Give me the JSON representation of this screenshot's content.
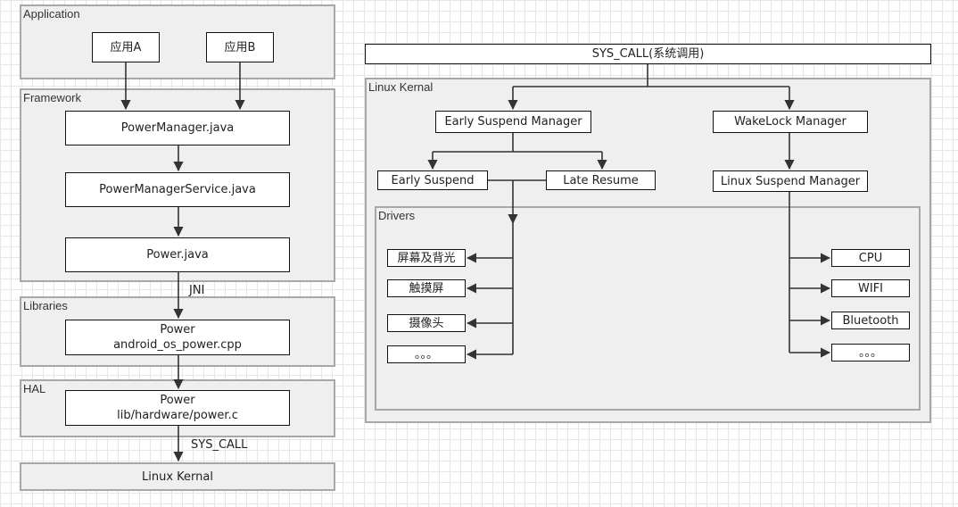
{
  "colors": {
    "layer_fill": "#efefef",
    "layer_border": "#a8a8a8",
    "box_fill": "#ffffff",
    "line": "#333333"
  },
  "left_stack": {
    "application": {
      "title": "Application",
      "app_a": "应用A",
      "app_b": "应用B"
    },
    "framework": {
      "title": "Framework",
      "power_manager": "PowerManager.java",
      "power_manager_service": "PowerManagerService.java",
      "power_java": "Power.java"
    },
    "jni_label": "JNI",
    "libraries": {
      "title": "Libraries",
      "line1": "Power",
      "line2": "android_os_power.cpp"
    },
    "hal": {
      "title": "HAL",
      "line1": "Power",
      "line2": "lib/hardware/power.c"
    },
    "sys_call_label": "SYS_CALL",
    "linux_kernel": "Linux Kernal"
  },
  "right": {
    "sys_call_bar": "SYS_CALL(系统调用)",
    "kernel": {
      "title": "Linux Kernal",
      "early_suspend_manager": "Early Suspend Manager",
      "wakelock_manager": "WakeLock Manager",
      "early_suspend": "Early Suspend",
      "late_resume": "Late Resume",
      "linux_suspend_manager": "Linux Suspend Manager",
      "drivers": {
        "title": "Drivers",
        "left_items": [
          "屏幕及背光",
          "触摸屏",
          "摄像头",
          "。。。"
        ],
        "right_items": [
          "CPU",
          "WIFI",
          "Bluetooth",
          "。。。"
        ]
      }
    }
  }
}
